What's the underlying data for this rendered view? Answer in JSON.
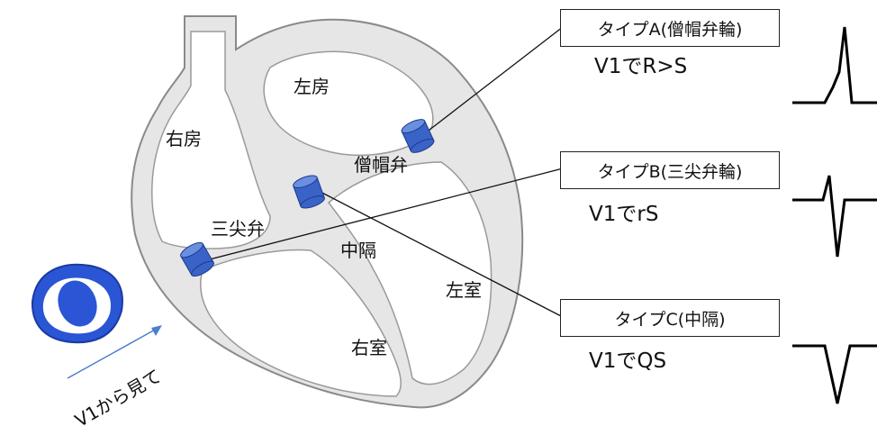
{
  "heart": {
    "chambers": {
      "right_atrium": "右房",
      "left_atrium": "左房",
      "right_ventricle": "右室",
      "left_ventricle": "左室",
      "septum": "中隔"
    },
    "valves": {
      "mitral": "僧帽弁",
      "tricuspid": "三尖弁"
    }
  },
  "pathways": [
    {
      "label": "タイプA(僧帽弁輪)",
      "ecg": "V1でR>S"
    },
    {
      "label": "タイプB(三尖弁輪)",
      "ecg": "V1でrS"
    },
    {
      "label": "タイプC(中隔)",
      "ecg": "V1でQS"
    }
  ],
  "viewpoint": {
    "label": "V1から見て",
    "icon": "eye-icon"
  },
  "colors": {
    "heart_fill": "#e6e6e6",
    "heart_outline": "#8a8a8a",
    "cylinder": "#3a63c8",
    "eye_blue": "#2a55d4",
    "arrow": "#4a7fd0"
  }
}
